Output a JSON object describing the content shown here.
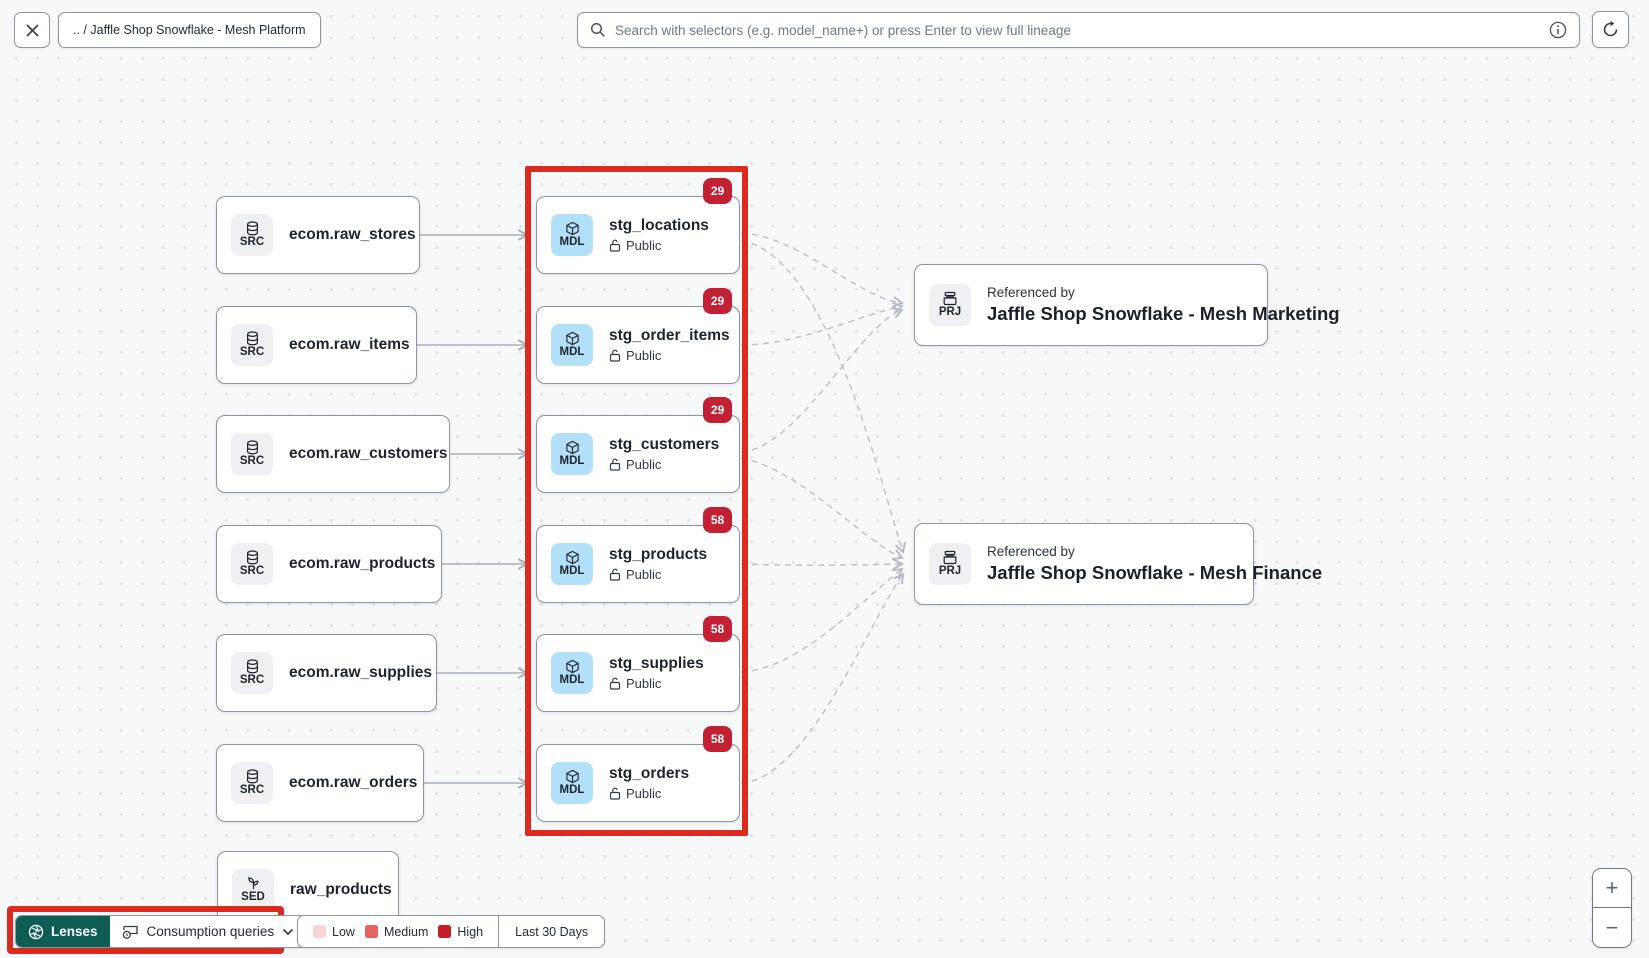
{
  "topbar": {
    "breadcrumb": ".. / Jaffle Shop Snowflake - Mesh Platform",
    "search_placeholder": "Search with selectors (e.g. model_name+) or press Enter to view full lineage"
  },
  "graph": {
    "sources": [
      {
        "type_label": "SRC",
        "label": "ecom.raw_stores"
      },
      {
        "type_label": "SRC",
        "label": "ecom.raw_items"
      },
      {
        "type_label": "SRC",
        "label": "ecom.raw_customers"
      },
      {
        "type_label": "SRC",
        "label": "ecom.raw_products"
      },
      {
        "type_label": "SRC",
        "label": "ecom.raw_supplies"
      },
      {
        "type_label": "SRC",
        "label": "ecom.raw_orders"
      }
    ],
    "seed": {
      "type_label": "SED",
      "label": "raw_products"
    },
    "models": [
      {
        "type_label": "MDL",
        "label": "stg_locations",
        "badge": "29",
        "access": "Public"
      },
      {
        "type_label": "MDL",
        "label": "stg_order_items",
        "badge": "29",
        "access": "Public"
      },
      {
        "type_label": "MDL",
        "label": "stg_customers",
        "badge": "29",
        "access": "Public"
      },
      {
        "type_label": "MDL",
        "label": "stg_products",
        "badge": "58",
        "access": "Public"
      },
      {
        "type_label": "MDL",
        "label": "stg_supplies",
        "badge": "58",
        "access": "Public"
      },
      {
        "type_label": "MDL",
        "label": "stg_orders",
        "badge": "58",
        "access": "Public"
      }
    ],
    "projects": [
      {
        "type_label": "PRJ",
        "kicker": "Referenced by",
        "name": "Jaffle Shop Snowflake - Mesh Marketing"
      },
      {
        "type_label": "PRJ",
        "kicker": "Referenced by",
        "name": "Jaffle Shop Snowflake - Mesh Finance"
      }
    ]
  },
  "toolbar": {
    "lenses_label": "Lenses",
    "lens_value": "Consumption queries",
    "legend": [
      {
        "label": "Low",
        "color": "#f6d4d4"
      },
      {
        "label": "Medium",
        "color": "#ea6260"
      },
      {
        "label": "High",
        "color": "#c51f27"
      }
    ],
    "period": "Last 30 Days"
  },
  "zoom_controls": {
    "zoom_in": "+",
    "zoom_out": "−"
  },
  "icons": [
    "close-icon",
    "search-icon",
    "info-icon",
    "refresh-icon",
    "database-icon",
    "cube-icon",
    "seed-icon",
    "project-icon",
    "unlock-icon",
    "lenses-aperture-icon",
    "consumption-query-icon",
    "chevron-down-icon",
    "plus-icon",
    "minus-icon"
  ],
  "colors": {
    "accent-red": "#dd2a1e",
    "badge-red": "#c32133",
    "teal": "#0d5c55",
    "model-icon-bg": "#b2e0f8"
  }
}
